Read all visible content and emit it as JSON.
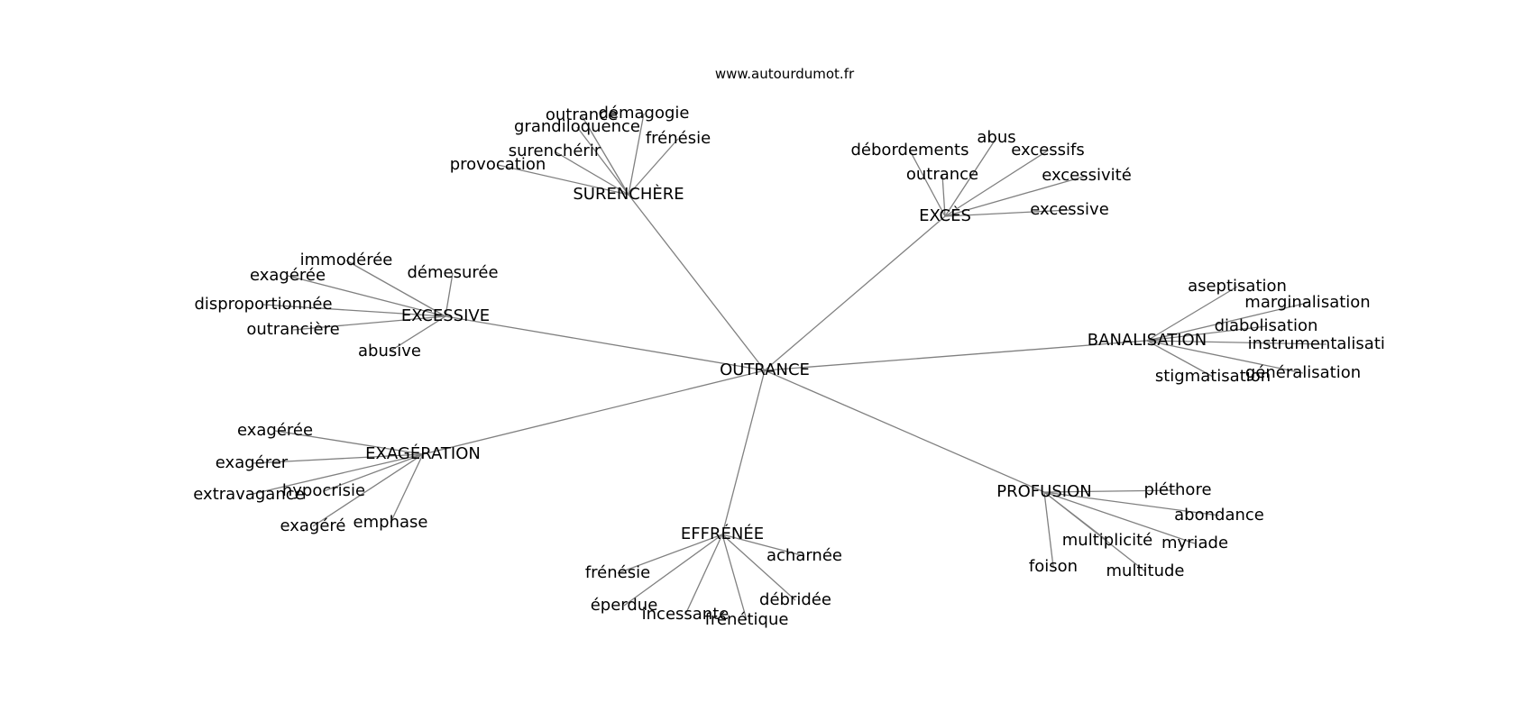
{
  "header": {
    "site": "www.autourdumot.fr"
  },
  "graph": {
    "center": "OUTRANCE",
    "edge_color": "#808080",
    "clusters": [
      {
        "label": "SURENCHÈRE",
        "words": [
          "outrance",
          "démagogie",
          "grandiloquence",
          "frénésie",
          "surenchérir",
          "provocation"
        ]
      },
      {
        "label": "EXCÈS",
        "words": [
          "débordements",
          "abus",
          "excessifs",
          "outrance",
          "excessivité",
          "excessive"
        ]
      },
      {
        "label": "EXCESSIVE",
        "words": [
          "immodérée",
          "exagérée",
          "démesurée",
          "disproportionnée",
          "outrancière",
          "abusive"
        ]
      },
      {
        "label": "BANALISATION",
        "words": [
          "aseptisation",
          "marginalisation",
          "diabolisation",
          "instrumentalisation",
          "généralisation",
          "stigmatisation"
        ]
      },
      {
        "label": "EXAGÉRATION",
        "words": [
          "exagérée",
          "exagérer",
          "hypocrisie",
          "extravagance",
          "exagéré",
          "emphase"
        ]
      },
      {
        "label": "PROFUSION",
        "words": [
          "pléthore",
          "abondance",
          "multiplicité",
          "myriade",
          "foison",
          "multitude"
        ]
      },
      {
        "label": "EFFRÉNÉE",
        "words": [
          "acharnée",
          "frénésie",
          "éperdue",
          "débridée",
          "incessante",
          "frénétique"
        ]
      }
    ]
  }
}
